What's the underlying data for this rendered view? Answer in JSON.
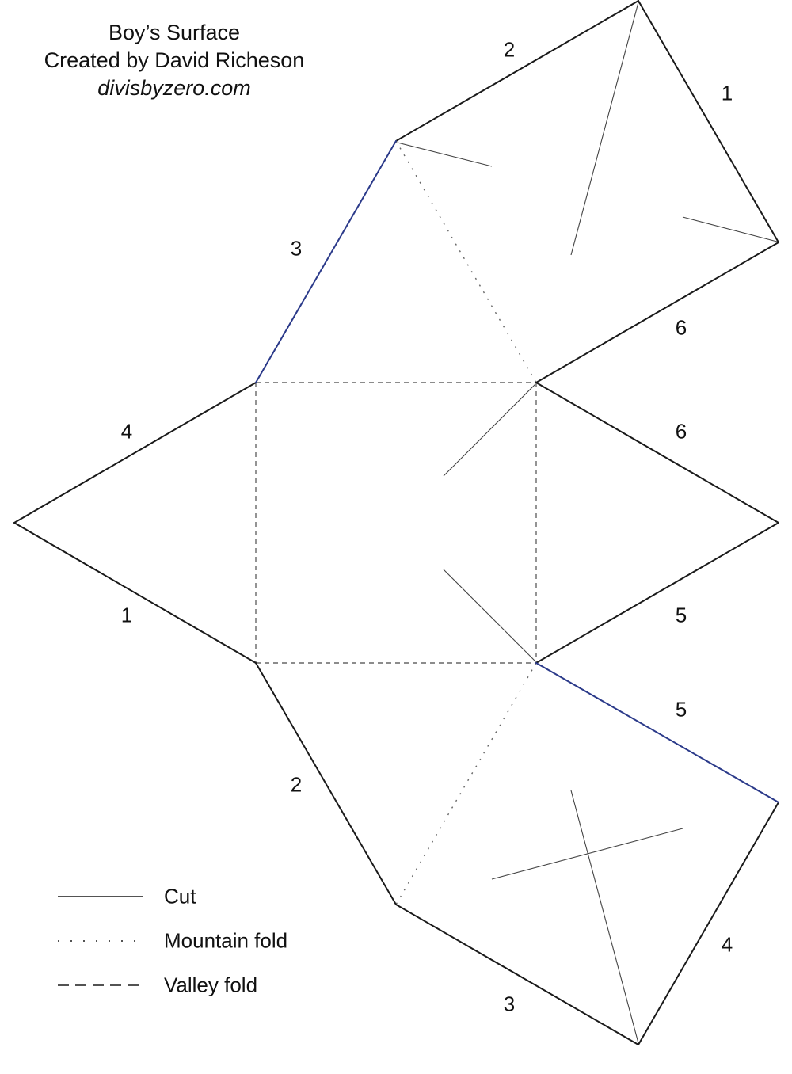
{
  "title": {
    "line1": "Boy’s Surface",
    "line2": "Created by David Richeson",
    "line3": "divisbyzero.com"
  },
  "edge_labels": [
    "2",
    "1",
    "3",
    "6",
    "4",
    "6",
    "1",
    "5",
    "5",
    "2",
    "4",
    "3"
  ],
  "legend": {
    "cut": "Cut",
    "mountain": "Mountain fold",
    "valley": "Valley fold"
  },
  "colors": {
    "cut": "#1a1a1a",
    "highlight_edge": "#2b3a8a",
    "fold": "#555555",
    "guide": "#444444"
  }
}
